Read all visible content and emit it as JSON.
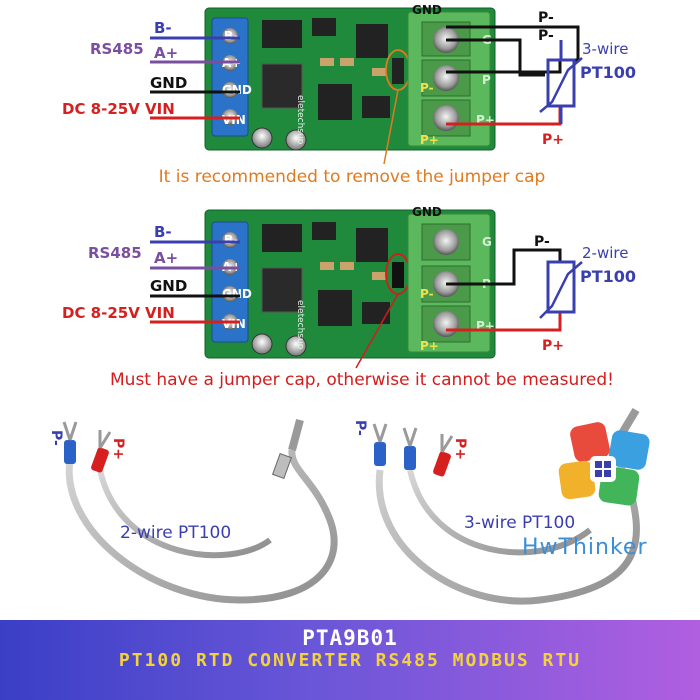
{
  "board1": {
    "terminals": {
      "b_minus": "B-",
      "a_plus": "A+",
      "gnd": "GND",
      "vin": "VIN"
    },
    "labels": {
      "rs485": "RS485",
      "gnd": "GND",
      "power": "DC 8-25V VIN"
    },
    "sensor_terminals": {
      "gnd": "GND",
      "p_minus": "P-",
      "p_plus": "P+",
      "side_g": "G",
      "side_p": "P",
      "side_pplus": "P+"
    },
    "wire_labels": {
      "p_minus_1": "P-",
      "p_minus_2": "P-",
      "p_plus": "P+"
    },
    "sensor": {
      "wires": "3-wire",
      "name": "PT100"
    },
    "pcb_brand": "eletechsup",
    "note": "It is recommended to remove the jumper cap"
  },
  "board2": {
    "terminals": {
      "b_minus": "B-",
      "a_plus": "A+",
      "gnd": "GND",
      "vin": "VIN"
    },
    "labels": {
      "rs485": "RS485",
      "gnd": "GND",
      "power": "DC 8-25V VIN"
    },
    "sensor_terminals": {
      "gnd": "GND",
      "p_minus": "P-",
      "p_plus": "P+",
      "side_g": "G",
      "side_p": "P",
      "side_pplus": "P+"
    },
    "wire_labels": {
      "p_minus": "P-",
      "p_plus": "P+"
    },
    "sensor": {
      "wires": "2-wire",
      "name": "PT100"
    },
    "pcb_brand": "eletechsup",
    "note": "Must have a jumper cap, otherwise it cannot be measured!"
  },
  "probes": {
    "left": {
      "label": "2-wire PT100",
      "lead_minus": "P-",
      "lead_plus": "P+"
    },
    "right": {
      "label": "3-wire PT100",
      "lead_minus": "P-",
      "lead_plus": "P+"
    }
  },
  "logo": {
    "text": "HwThinker"
  },
  "banner": {
    "title": "PTA9B01",
    "subtitle": "PT100 RTD converter RS485 Modbus RTU"
  },
  "colors": {
    "pcb": "#1f8a3c",
    "terminal_block_blue": "#2a73c8",
    "terminal_block_green": "#5cb85c",
    "wire_red": "#d62020",
    "wire_black": "#111111",
    "wire_purple": "#7b4fa0",
    "wire_blue": "#3a3fb0",
    "note_orange": "#e07a1e",
    "note_red": "#d41c1c",
    "banner_start": "#3a3fc6",
    "banner_end": "#b05fe0",
    "banner_subtitle": "#f4d23c"
  }
}
